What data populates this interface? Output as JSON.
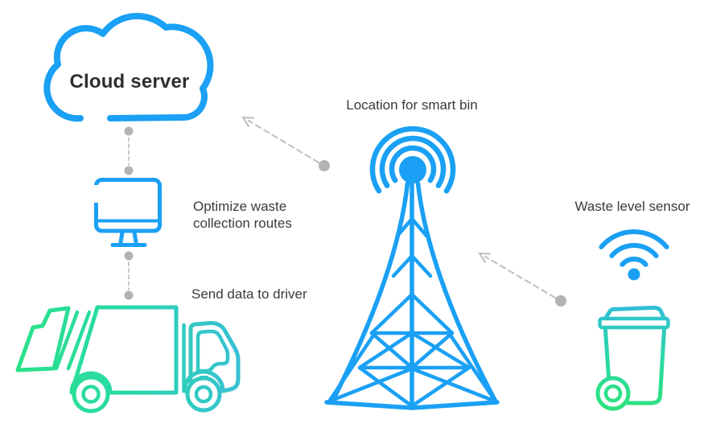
{
  "labels": {
    "cloud_server": "Cloud server",
    "optimize_route_line1": "Optimize waste",
    "optimize_route_line2": "collection routes",
    "send_data": "Send data to driver",
    "smart_bin_location": "Location for smart bin",
    "waste_level_sensor": "Waste level sensor"
  },
  "icons": {
    "cloud": "cloud-icon",
    "monitor": "desktop-monitor-icon",
    "truck": "garbage-truck-icon",
    "tower": "radio-tower-icon",
    "wifi": "wifi-signal-icon",
    "bin": "wheelie-bin-icon"
  },
  "colors": {
    "icon_blue": "#1AA0F4",
    "truck_green": "#2BE287",
    "truck_teal": "#28D9A9",
    "truck_cyan": "#38BFD6",
    "bin_teal": "#30BED9",
    "bin_mid_teal": "#2BD9A4",
    "bin_green": "#2EE27F",
    "arrow_gray": "#BDBDBD",
    "dot_gray": "#B3B3B3",
    "label_text": "#3A3A3A",
    "title_text": "#2E2E2E",
    "background": "#FFFFFF"
  }
}
